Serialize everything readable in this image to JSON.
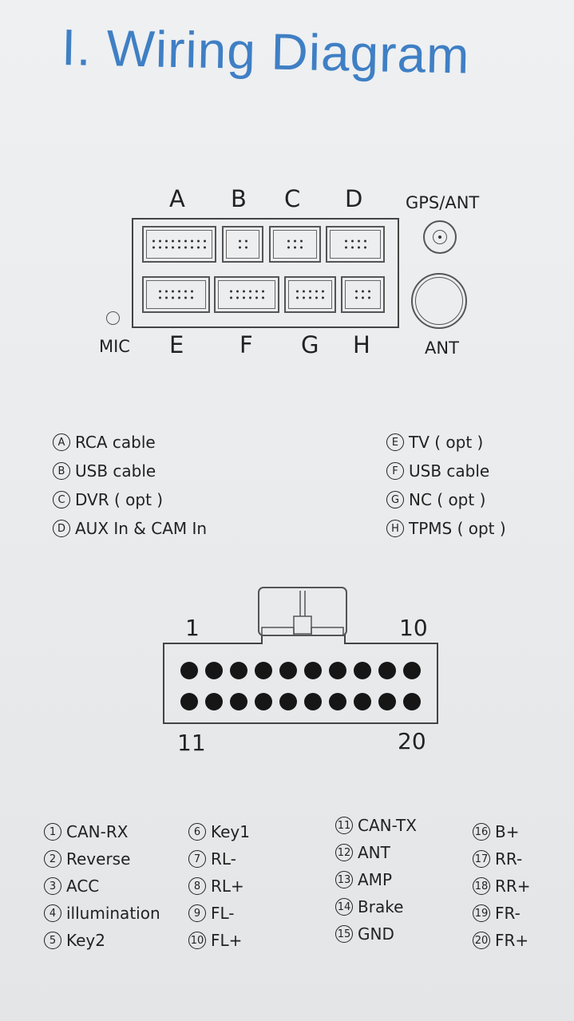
{
  "title": "I. Wiring Diagram",
  "connector_panel": {
    "top_labels": [
      "A",
      "B",
      "C",
      "D"
    ],
    "bottom_labels": [
      "E",
      "F",
      "G",
      "H"
    ],
    "gps_label": "GPS/ANT",
    "ant_label": "ANT",
    "mic_label": "MIC"
  },
  "harness_legend": [
    {
      "letter": "A",
      "text": "RCA cable"
    },
    {
      "letter": "B",
      "text": "USB cable"
    },
    {
      "letter": "C",
      "text": "DVR ( opt )"
    },
    {
      "letter": "D",
      "text": "AUX In & CAM In"
    },
    {
      "letter": "E",
      "text": "TV ( opt )"
    },
    {
      "letter": "F",
      "text": "USB cable"
    },
    {
      "letter": "G",
      "text": "NC  ( opt )"
    },
    {
      "letter": "H",
      "text": "TPMS ( opt )"
    }
  ],
  "plug": {
    "pin_label_1": "1",
    "pin_label_10": "10",
    "pin_label_11": "11",
    "pin_label_20": "20",
    "pins_per_row": 10,
    "rows": 2
  },
  "pin_legend": [
    {
      "num": "1",
      "text": "CAN-RX"
    },
    {
      "num": "2",
      "text": "Reverse"
    },
    {
      "num": "3",
      "text": "ACC"
    },
    {
      "num": "4",
      "text": "illumination"
    },
    {
      "num": "5",
      "text": "Key2"
    },
    {
      "num": "6",
      "text": "Key1"
    },
    {
      "num": "7",
      "text": "RL-"
    },
    {
      "num": "8",
      "text": "RL+"
    },
    {
      "num": "9",
      "text": "FL-"
    },
    {
      "num": "10",
      "text": "FL+"
    },
    {
      "num": "11",
      "text": "CAN-TX"
    },
    {
      "num": "12",
      "text": "ANT"
    },
    {
      "num": "13",
      "text": "AMP"
    },
    {
      "num": "14",
      "text": "Brake"
    },
    {
      "num": "15",
      "text": "GND"
    },
    {
      "num": "16",
      "text": "B+"
    },
    {
      "num": "17",
      "text": "RR-"
    },
    {
      "num": "18",
      "text": "RR+"
    },
    {
      "num": "19",
      "text": "FR-"
    },
    {
      "num": "20",
      "text": "FR+"
    }
  ],
  "colors": {
    "title": "#3f7fc4",
    "ink": "#222222"
  }
}
